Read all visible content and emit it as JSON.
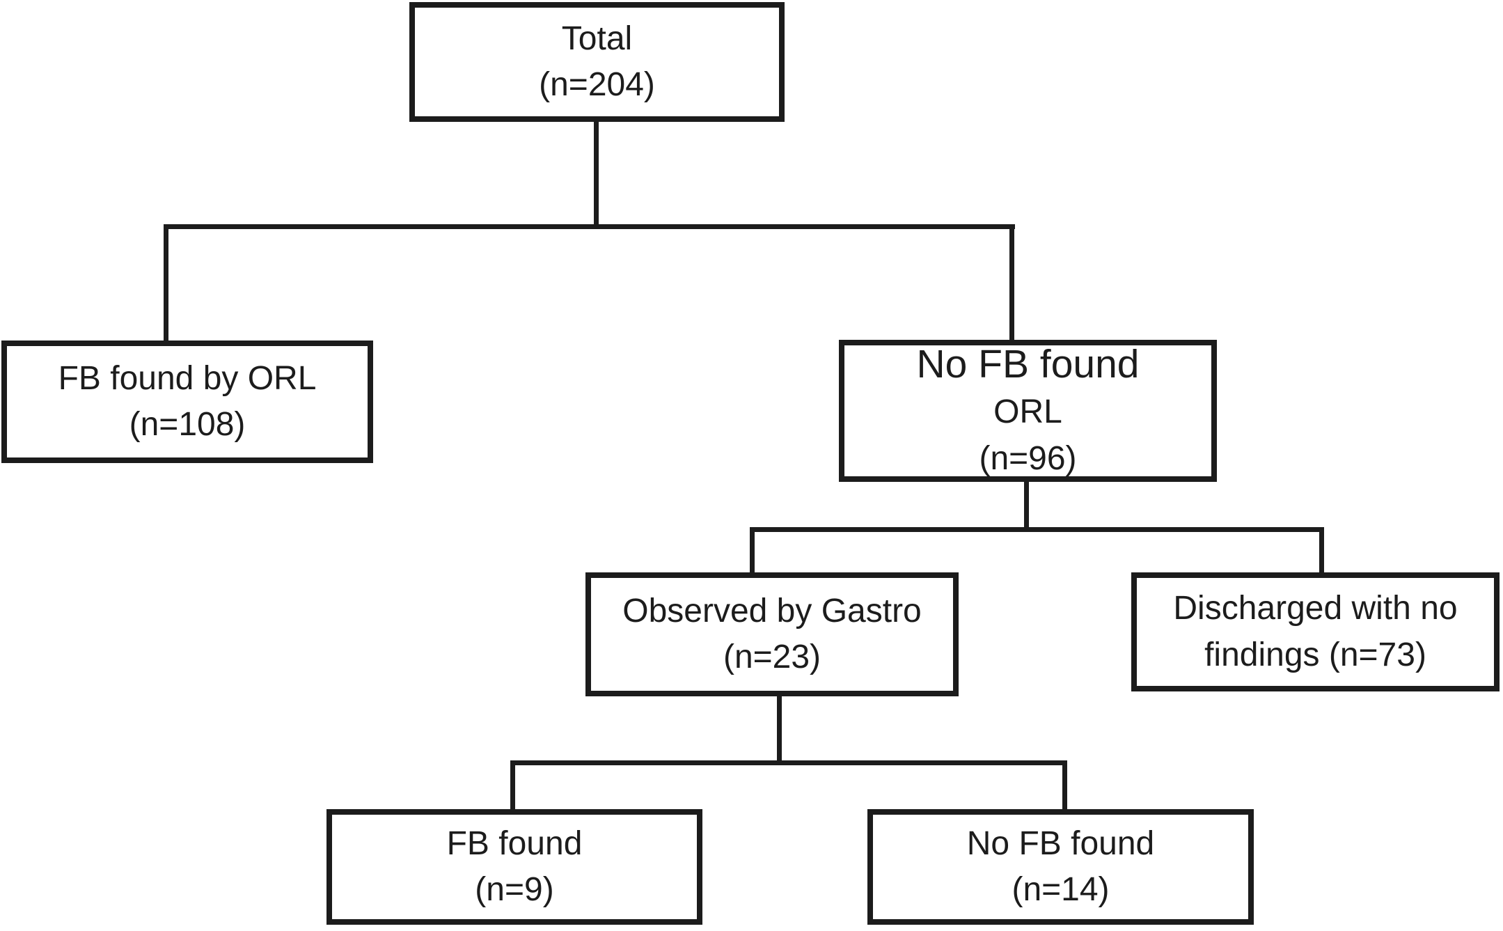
{
  "figure": {
    "type": "flowchart",
    "background_color": "#ffffff",
    "line_color": "#1c1c1c",
    "nodes": {
      "total": {
        "lines": [
          "Total",
          "(n=204)"
        ],
        "n": 204
      },
      "fb_found_orl": {
        "lines": [
          "FB found by ORL",
          "(n=108)"
        ],
        "n": 108
      },
      "no_fb_orl": {
        "lines": [
          "No FB found",
          "ORL",
          "(n=96)"
        ],
        "n": 96
      },
      "observed_gastro": {
        "lines": [
          "Observed by Gastro",
          "(n=23)"
        ],
        "n": 23
      },
      "discharged": {
        "lines": [
          "Discharged with no",
          "findings (n=73)"
        ],
        "n": 73
      },
      "fb_found": {
        "lines": [
          "FB found",
          "(n=9)"
        ],
        "n": 9
      },
      "no_fb_found": {
        "lines": [
          "No FB found",
          "(n=14)"
        ],
        "n": 14
      }
    },
    "edges": [
      {
        "from": "total",
        "to": "fb_found_orl"
      },
      {
        "from": "total",
        "to": "no_fb_orl"
      },
      {
        "from": "no_fb_orl",
        "to": "observed_gastro"
      },
      {
        "from": "no_fb_orl",
        "to": "discharged"
      },
      {
        "from": "observed_gastro",
        "to": "fb_found"
      },
      {
        "from": "observed_gastro",
        "to": "no_fb_found"
      }
    ]
  }
}
